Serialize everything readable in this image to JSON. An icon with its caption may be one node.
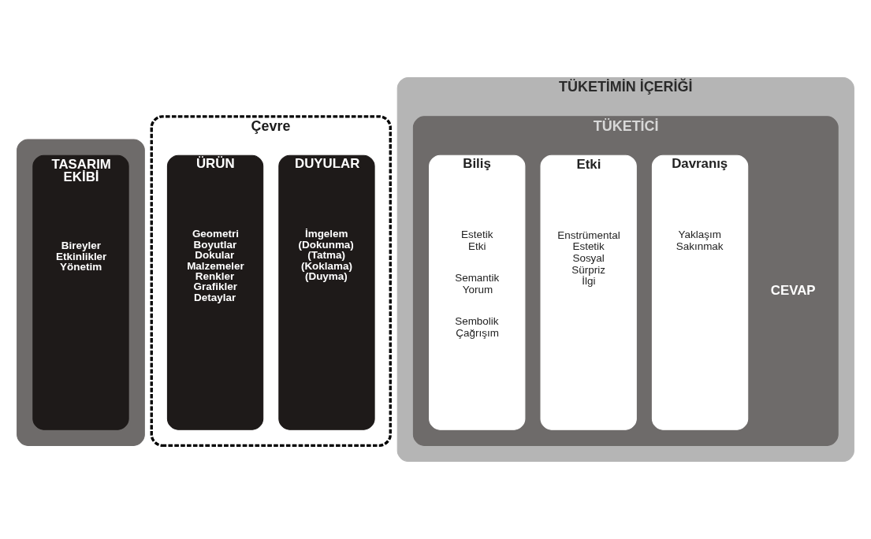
{
  "diagram": {
    "nodes": [
      {
        "text": [
          "TÜKETİMİN İÇERİĞİ"
        ]
      },
      {
        "text": [],
        "shape": "box"
      },
      {
        "text": [
          "TASARIM EKİBİ",
          "Bireyler Etkinlikler Yönetim"
        ],
        "in": 1
      },
      {
        "text": [
          "Çevre"
        ]
      },
      {
        "text": [
          "ÜRÜN",
          "Geometri Boyutlar Dokular Malzemeler Renkler Grafikler Detaylar"
        ],
        "in": 3
      },
      {
        "text": [
          "TÜKETİCİ"
        ],
        "in": 0
      },
      {
        "text": [
          "DUYULAR",
          "İmgelem (Dokunma) (Tatma) (Koklama) (Duyma)"
        ],
        "in": 3
      },
      {
        "text": [
          "Biliş",
          "Estetik Etki",
          "Semantik Yorum",
          "Sembolik Çağrışım"
        ],
        "in": 5
      },
      {
        "text": [
          "Etki",
          "Enstrümental Estetik Sosyal Sürpriz İlgi"
        ],
        "in": 5
      },
      {
        "text": [
          "Davranış",
          "Yaklaşım Sakınmak"
        ],
        "in": 5
      }
    ],
    "labels": [
      "CEVAP"
    ]
  }
}
